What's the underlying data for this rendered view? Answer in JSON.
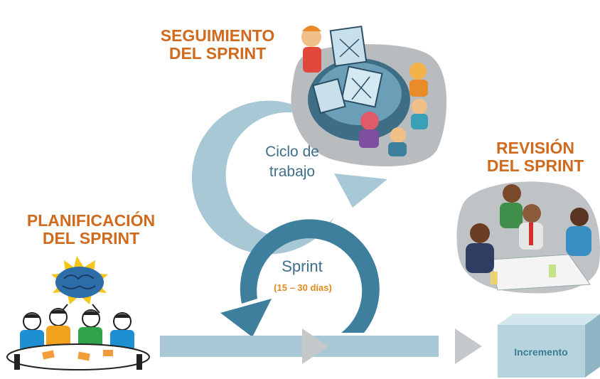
{
  "labels": {
    "seguimiento": [
      "SEGUIMIENTO",
      "DEL SPRINT"
    ],
    "revision": [
      "REVISIÓN",
      "DEL SPRINT"
    ],
    "planificacion": [
      "PLANIFICACIÓN",
      "DEL SPRINT"
    ]
  },
  "work_cycle": {
    "line1": "Ciclo de",
    "line2": "trabajo"
  },
  "sprint": {
    "label": "Sprint",
    "duration": "(15 – 30 días)"
  },
  "increment": {
    "label": "Incremento"
  },
  "colors": {
    "heading": "#d06a1e",
    "cycle_light": "#a9c8d6",
    "cycle_dark": "#3d7f9c",
    "flow_bar": "#a9c8d6",
    "arrowhead": "#c5c8ca",
    "box_front": "#b7d3de",
    "box_top": "#d4e6ee",
    "box_side": "#8fb4c4",
    "increment_text": "#3b7c98",
    "duration_text": "#e08a1e"
  },
  "illustrations": [
    "sprint-tracking-meeting",
    "sprint-review-meeting",
    "sprint-planning-meeting",
    "brain-icon"
  ]
}
